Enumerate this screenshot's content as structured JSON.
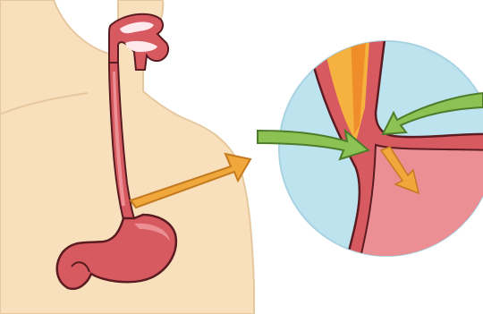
{
  "colors": {
    "background": "#ffffff",
    "skin": "#f9e0bc",
    "skin_outline": "#e6c8a0",
    "tract_fill": "#d85a61",
    "tract_light": "#eb8f94",
    "tract_outline": "#5a1c21",
    "lumen_highlight": "#ffe9ec",
    "circle_background": "#bde3ef",
    "circle_outline": "#a9d3e2",
    "acid_yellow": "#f6b23f",
    "acid_orange": "#ef8d2a",
    "arrow_orange": "#f0a83c",
    "arrow_orange_outline": "#c47a1f",
    "arrow_green": "#8cc254",
    "arrow_green_outline": "#4e7c2b"
  },
  "parts": {
    "body": "human-torso-silhouette",
    "tract": "esophagus-and-stomach",
    "zoom": "lower-esophageal-sphincter-closeup",
    "pointer": "zoom-arrow",
    "pressure_arrows": [
      "left-pressure-arrow",
      "right-pressure-arrow"
    ],
    "reflux_arrow": "acid-reflux-arrow"
  }
}
